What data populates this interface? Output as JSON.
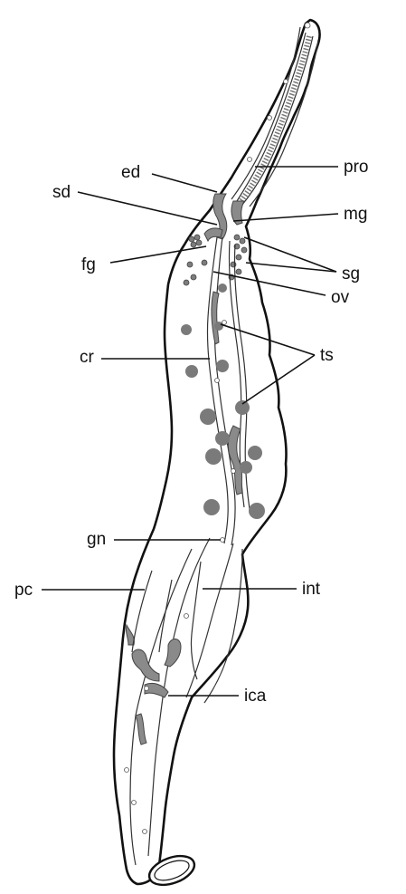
{
  "labels": {
    "pro": "pro",
    "ed": "ed",
    "sd": "sd",
    "mg": "mg",
    "fg": "fg",
    "sg": "sg",
    "ov": "ov",
    "cr": "cr",
    "ts": "ts",
    "gn": "gn",
    "pc": "pc",
    "int": "int",
    "ica": "ica"
  },
  "colors": {
    "outline": "#111111",
    "organ_fill": "#8a8a8a",
    "testis_fill": "#7a7a7a",
    "background": "#ffffff"
  }
}
